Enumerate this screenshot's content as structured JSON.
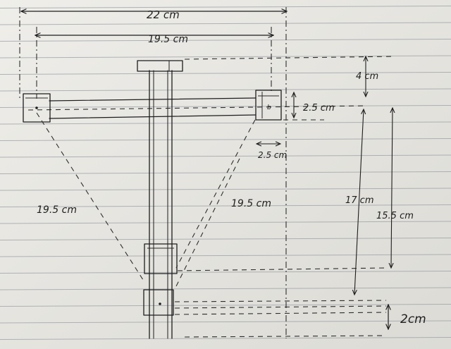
{
  "labels": {
    "overall_width": "22 cm",
    "span_width": "19.5 cm",
    "top_gap": "4 cm",
    "block_height": "2.5 cm",
    "block_width": "2.5 cm",
    "left_diagonal": "19.5 cm",
    "right_diagonal": "19.5 cm",
    "vertical_long": "17 cm",
    "vertical_short": "15.5 cm",
    "bottom_gap": "2cm"
  },
  "colors": {
    "paper": "#e9e8e3",
    "ink": "#1d1d1d",
    "ruled_line": "#9aa0a6"
  }
}
